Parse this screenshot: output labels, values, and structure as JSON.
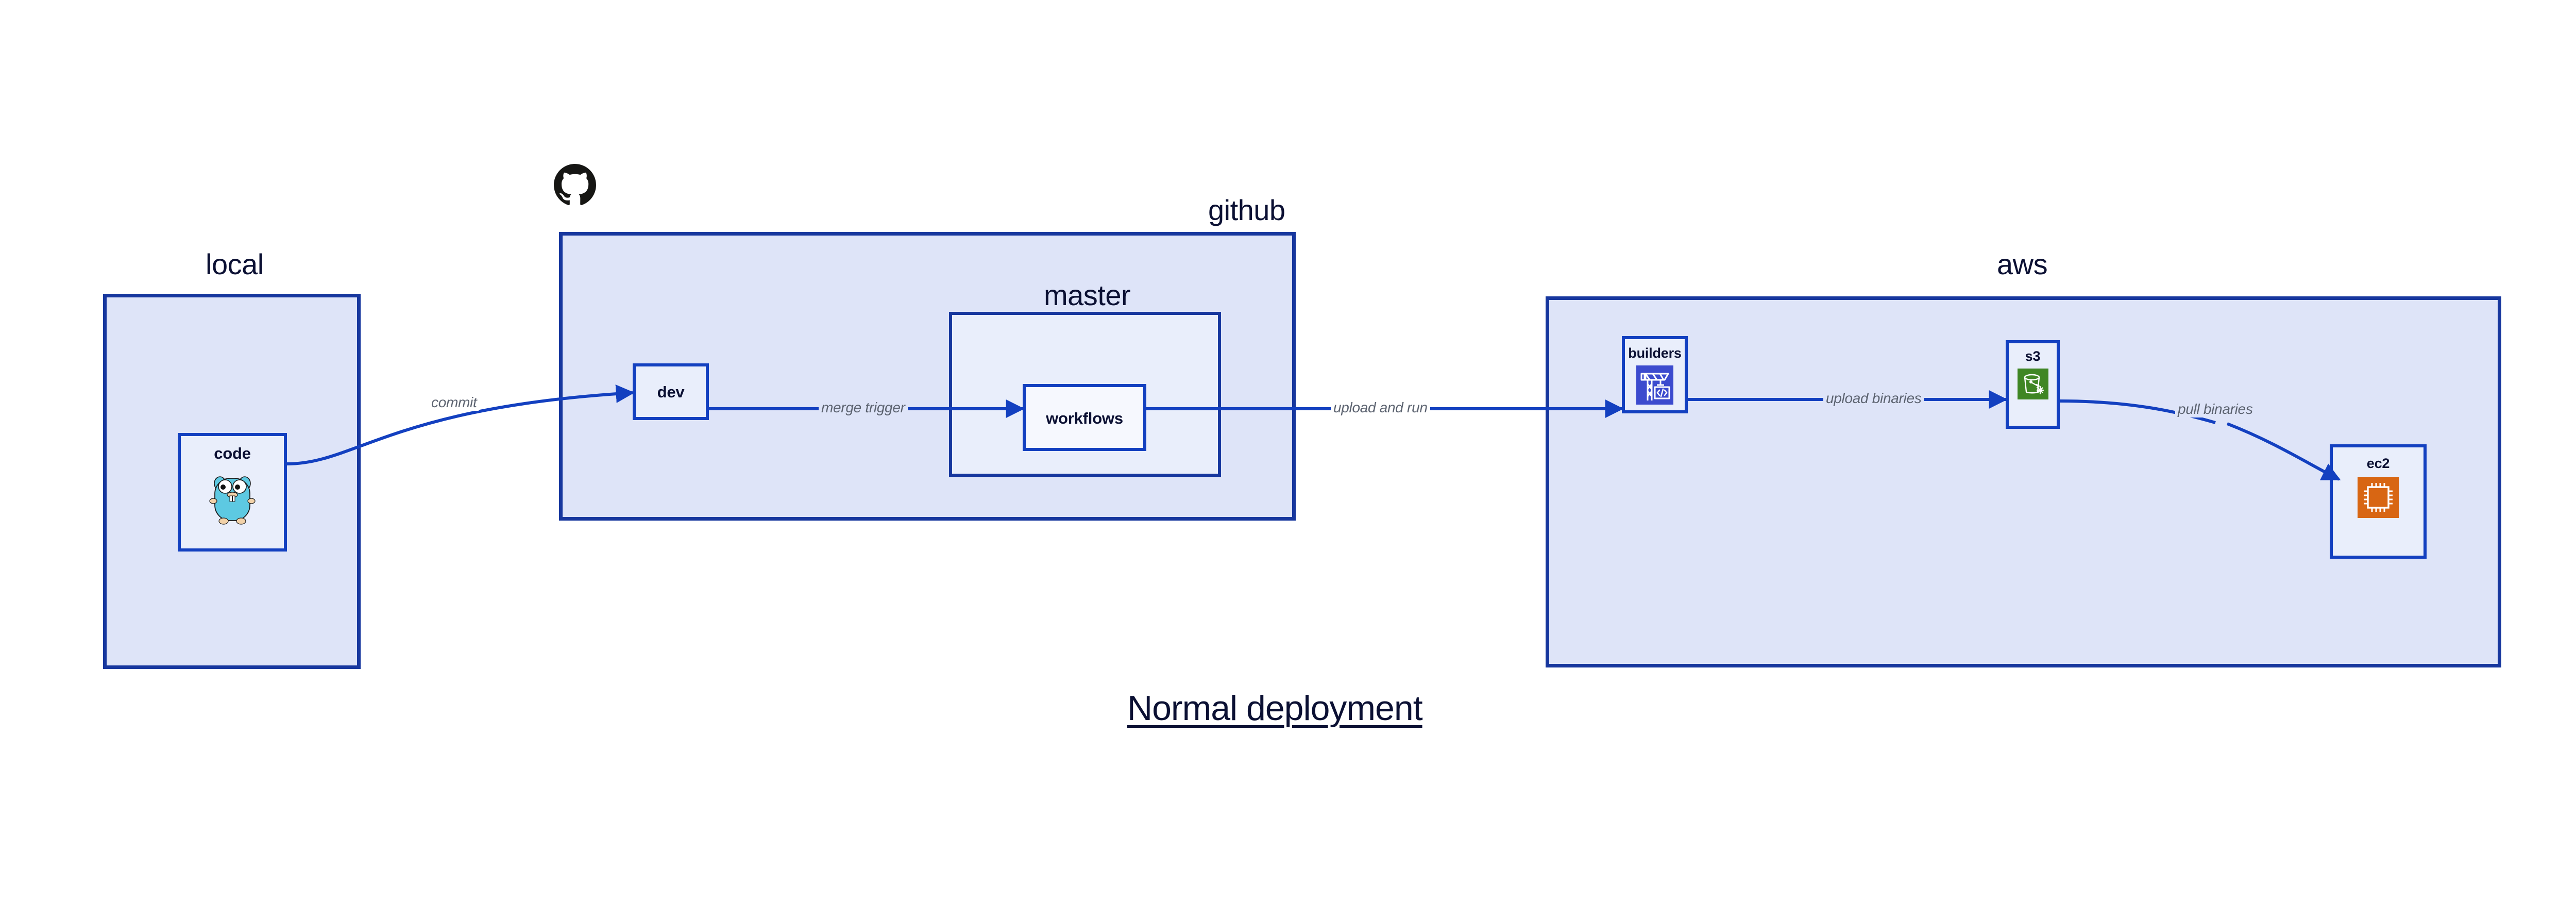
{
  "title": "Normal deployment",
  "colors": {
    "group_fill": "#DEE4F8",
    "group_border": "#17379E",
    "node_fill": "#E9EEFB",
    "node_border": "#1340C0",
    "edge": "#1340C0",
    "edge_label": "#5C6370",
    "text": "#0B1033",
    "s3_icon_bg": "#3F8624",
    "builders_icon_bg": "#3C4BCE",
    "ec2_icon_bg": "#D86613",
    "gopher_body": "#5DC9E2",
    "github_logo": "#161614"
  },
  "groups": [
    {
      "id": "local",
      "label": "local"
    },
    {
      "id": "github",
      "label": "github"
    },
    {
      "id": "master",
      "label": "master"
    },
    {
      "id": "aws",
      "label": "aws"
    }
  ],
  "nodes": [
    {
      "id": "code",
      "label": "code",
      "icon": "go-gopher-icon",
      "group": "local"
    },
    {
      "id": "dev",
      "label": "dev",
      "icon": null,
      "group": "github"
    },
    {
      "id": "workflows",
      "label": "workflows",
      "icon": null,
      "group": "master"
    },
    {
      "id": "builders",
      "label": "builders",
      "icon": "aws-codebuild-icon",
      "group": "aws"
    },
    {
      "id": "s3",
      "label": "s3",
      "icon": "aws-s3-icon",
      "group": "aws"
    },
    {
      "id": "ec2",
      "label": "ec2",
      "icon": "aws-ec2-icon",
      "group": "aws"
    }
  ],
  "edges": [
    {
      "id": "commit",
      "label": "commit",
      "from": "code",
      "to": "dev"
    },
    {
      "id": "merge-trigger",
      "label": "merge trigger",
      "from": "dev",
      "to": "workflows"
    },
    {
      "id": "upload-and-run",
      "label": "upload and run",
      "from": "workflows",
      "to": "builders"
    },
    {
      "id": "upload-binaries",
      "label": "upload binaries",
      "from": "builders",
      "to": "s3"
    },
    {
      "id": "pull-binaries",
      "label": "pull binaries",
      "from": "s3",
      "to": "ec2"
    }
  ],
  "icons": {
    "github_logo": "github-octocat-icon"
  }
}
